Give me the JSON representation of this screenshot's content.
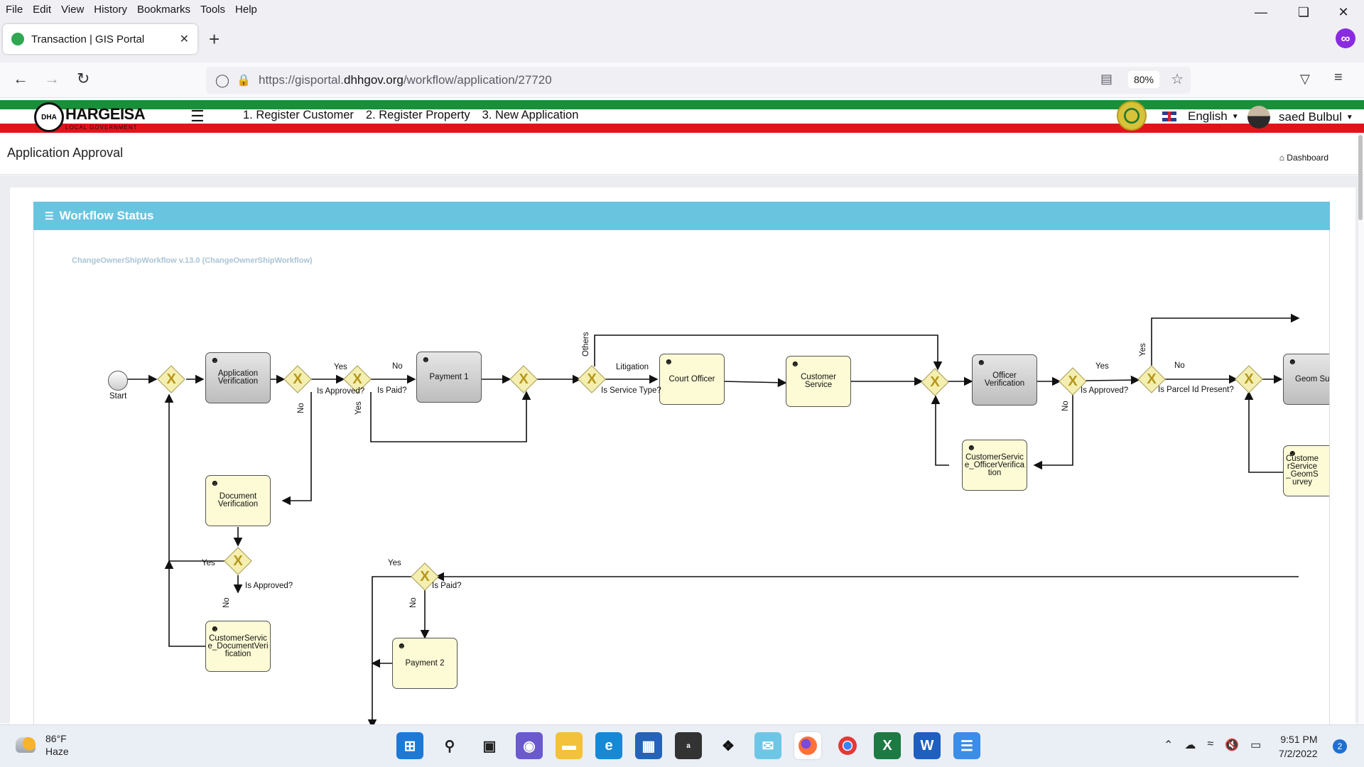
{
  "browser": {
    "menu": [
      "File",
      "Edit",
      "View",
      "History",
      "Bookmarks",
      "Tools",
      "Help"
    ],
    "tab_title": "Transaction | GIS Portal",
    "url_prefix": "https://gisportal.",
    "url_host": "dhhgov.org",
    "url_path": "/workflow/application/27720",
    "zoom": "80%"
  },
  "site": {
    "logo_text": "HARGEISA",
    "logo_sub": "LOCAL GOVERNMENT",
    "nav": [
      "1. Register Customer",
      "2. Register Property",
      "3. New Application"
    ],
    "language": "English",
    "user_name": "saed Bulbul"
  },
  "page": {
    "title": "Application Approval",
    "breadcrumb": "Dashboard",
    "panel_title": "Workflow Status",
    "workflow_name": "ChangeOwnerShipWorkflow v.13.0 (ChangeOwnerShipWorkflow)"
  },
  "diagram": {
    "start_label": "Start",
    "tasks": {
      "app_verification": "Application Verification",
      "payment1": "Payment 1",
      "court_officer": "Court Officer",
      "customer_service": "Customer Service",
      "officer_verification": "Officer Verification",
      "cs_officer_verification": "CustomerService_OfficerVerification",
      "geom_survey": "Geom Surv",
      "cs_geom_survey": "CustomerService_GeomSurvey",
      "document_verification": "Document Verification",
      "cs_document_verification": "CustomerService_DocumentVerification",
      "payment2": "Payment 2"
    },
    "labels": {
      "yes": "Yes",
      "no": "No",
      "is_approved": "Is Approved?",
      "is_paid": "Is Paid?",
      "is_service_type": "Is Service Type?",
      "litigation": "Litigation",
      "others": "Others",
      "is_parcel_id_present": "Is Parcel Id Present?"
    }
  },
  "taskbar": {
    "temperature": "86°F",
    "weather": "Haze",
    "time": "9:51 PM",
    "date": "7/2/2022",
    "notifications": "2"
  },
  "colors": {
    "panel_header": "#69c4e0",
    "band_green": "#1a8f3a",
    "band_red": "#e0151b",
    "user_task": "#fdfbd5"
  }
}
